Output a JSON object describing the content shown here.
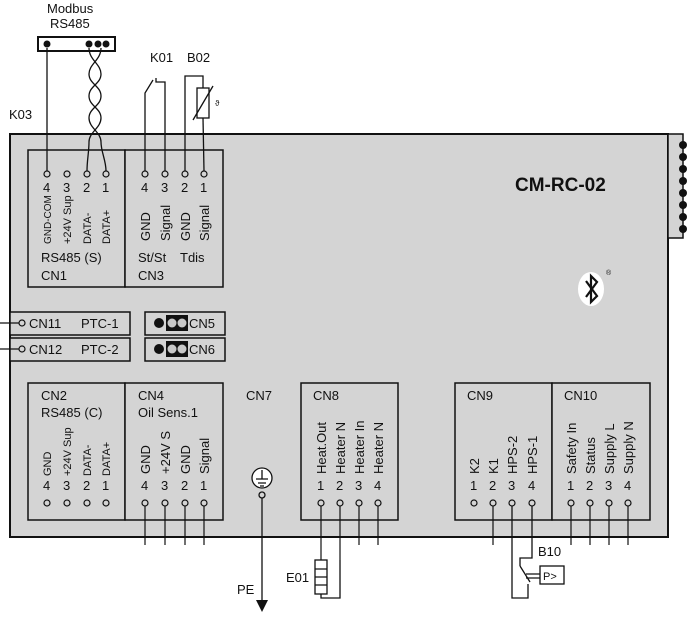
{
  "ext": {
    "modbus": "Modbus",
    "rs485": "RS485",
    "k01": "K01",
    "b02": "B02",
    "k03": "K03",
    "b10": "B10",
    "e01": "E01",
    "pe": "PE",
    "p_sensor": "P>"
  },
  "module": {
    "title": "CM-RC-02"
  },
  "cn1": {
    "pins": [
      "4",
      "3",
      "2",
      "1"
    ],
    "signals": [
      "GND-COM",
      "+24V Sup",
      "DATA-",
      "DATA+"
    ],
    "label": "RS485 (S)",
    "name": "CN1"
  },
  "cn3": {
    "pins": [
      "4",
      "3",
      "2",
      "1"
    ],
    "signals": [
      "GND",
      "Signal",
      "GND",
      "Signal"
    ],
    "label_left": "St/St",
    "label_right": "Tdis",
    "name": "CN3"
  },
  "cn11": {
    "name": "CN11",
    "label": "PTC-1"
  },
  "cn12": {
    "name": "CN12",
    "label": "PTC-2"
  },
  "cn5": {
    "name": "CN5"
  },
  "cn6": {
    "name": "CN6"
  },
  "cn2": {
    "name": "CN2",
    "label": "RS485 (C)",
    "pins": [
      "4",
      "3",
      "2",
      "1"
    ],
    "signals": [
      "GND",
      "+24V Sup",
      "DATA-",
      "DATA+"
    ]
  },
  "cn4": {
    "name": "CN4",
    "label": "Oil Sens.1",
    "pins": [
      "4",
      "3",
      "2",
      "1"
    ],
    "signals": [
      "GND",
      "+24V S",
      "GND",
      "Signal"
    ]
  },
  "cn7": {
    "name": "CN7"
  },
  "cn8": {
    "name": "CN8",
    "pins": [
      "1",
      "2",
      "3",
      "4"
    ],
    "signals": [
      "Heat.Out",
      "Heater N",
      "Heater In",
      "Heater N"
    ]
  },
  "cn9": {
    "name": "CN9",
    "pins": [
      "1",
      "2",
      "3",
      "4"
    ],
    "signals": [
      "K2",
      "K1",
      "HPS-2",
      "HPS-1"
    ]
  },
  "cn10": {
    "name": "CN10",
    "pins": [
      "1",
      "2",
      "3",
      "4"
    ],
    "signals": [
      "Safety In",
      "Status",
      "Supply L",
      "Supply N"
    ]
  },
  "colors": {
    "board": "#d4d4d4",
    "line": "#111111",
    "block": "#d4d4d4"
  },
  "icons": [
    "bluetooth-icon",
    "ground-icon",
    "arrow-down-icon",
    "thermistor-icon",
    "relay-contact-icon",
    "pressure-switch-icon",
    "heater-icon"
  ]
}
